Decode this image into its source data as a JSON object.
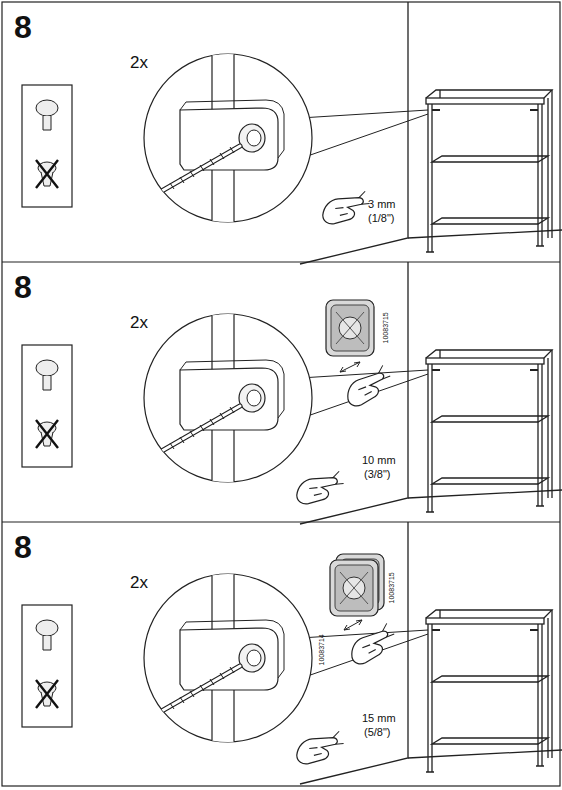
{
  "diagram": {
    "labels": [
      "8",
      "2x",
      "3 mm",
      "(1/8\")",
      "8",
      "2x",
      "10083715",
      "10 mm",
      "(3/8\")",
      "8",
      "2x",
      "10083714",
      "10083715",
      "15 mm",
      "(5/8\")"
    ]
  }
}
